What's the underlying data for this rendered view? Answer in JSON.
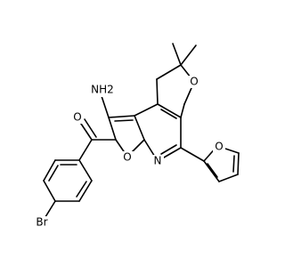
{
  "diagram": {
    "type": "chemical-structure",
    "atom_labels": {
      "amine": "NH2",
      "carbonyl_oxygen": "O",
      "bromine": "Br",
      "furan_ring_oxygen": "O",
      "pyridine_nitrogen": "N",
      "pyran_oxygen": "O",
      "furyl_oxygen": "O"
    }
  }
}
